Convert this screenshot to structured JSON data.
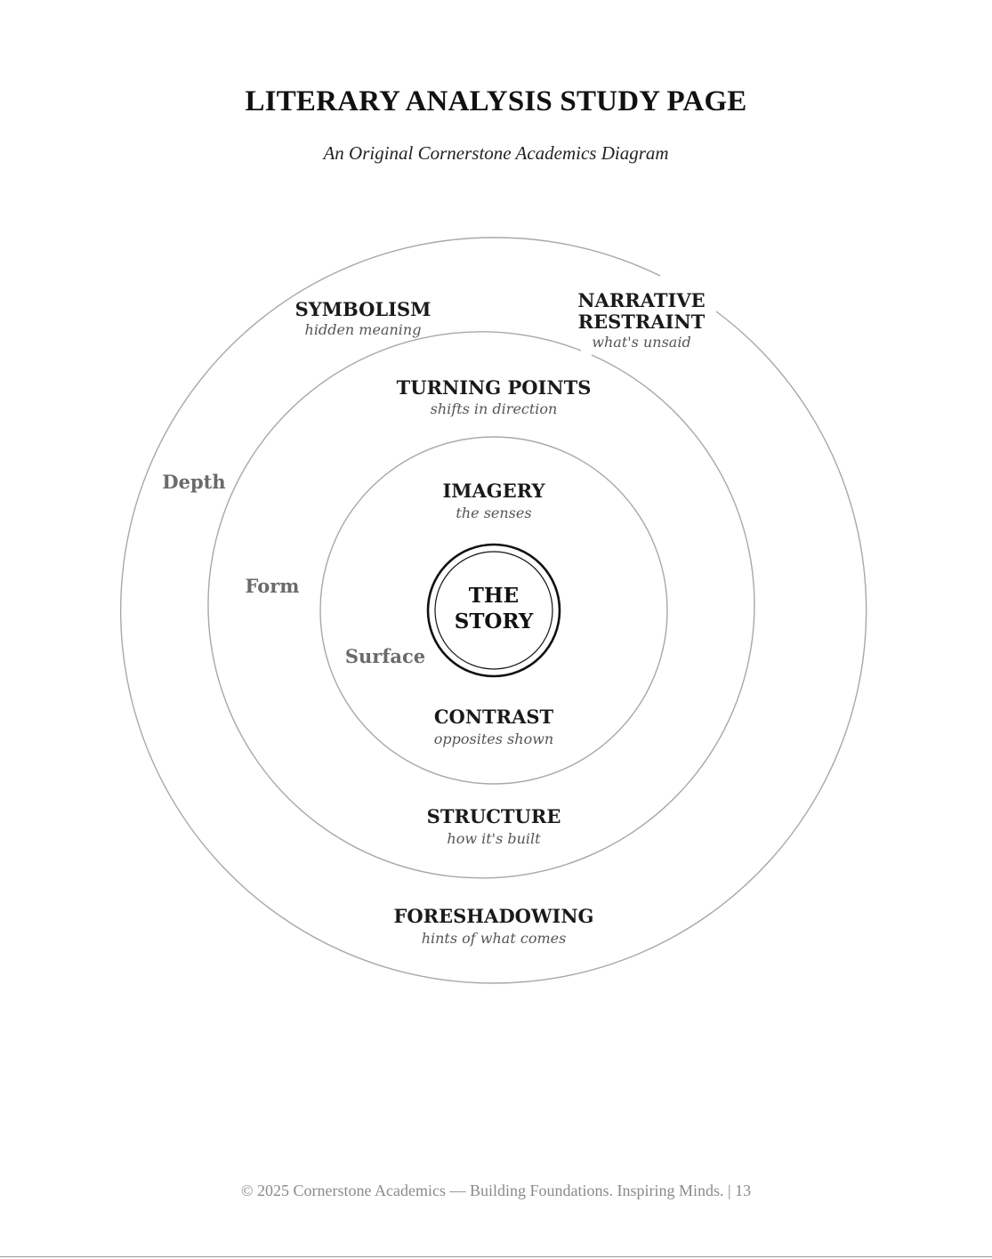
{
  "title": "LITERARY ANALYSIS STUDY PAGE",
  "subtitle": "An Original Cornerstone Academics Diagram",
  "center": {
    "line1": "THE",
    "line2": "STORY"
  },
  "layers": {
    "depth": "Depth",
    "form": "Form",
    "surface": "Surface"
  },
  "concepts": {
    "symbolism": {
      "label": "SYMBOLISM",
      "hint": "hidden meaning"
    },
    "narrative_restraint": {
      "line1": "NARRATIVE",
      "line2": "RESTRAINT",
      "hint": "what's unsaid"
    },
    "turning_points": {
      "label": "TURNING POINTS",
      "hint": "shifts in direction"
    },
    "imagery": {
      "label": "IMAGERY",
      "hint": "the senses"
    },
    "contrast": {
      "label": "CONTRAST",
      "hint": "opposites shown"
    },
    "structure": {
      "label": "STRUCTURE",
      "hint": "how it's built"
    },
    "foreshadowing": {
      "label": "FORESHADOWING",
      "hint": "hints of what comes"
    }
  },
  "colors": {
    "ring": "#a8a8a8",
    "label": "#1a1a1a",
    "hint": "#555555",
    "layer": "#6a6a6a",
    "center": "#111111"
  },
  "footer": "© 2025 Cornerstone Academics — Building Foundations. Inspiring Minds. | 13"
}
